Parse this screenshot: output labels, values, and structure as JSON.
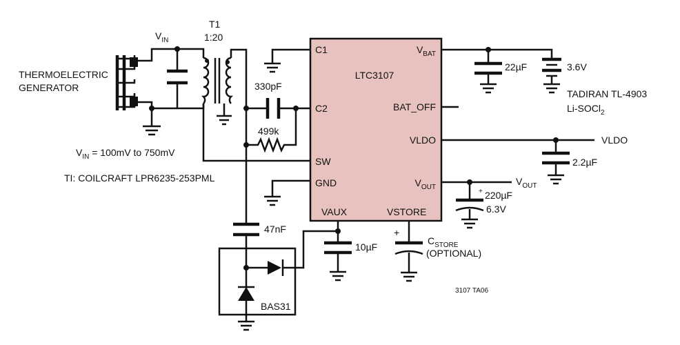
{
  "source": {
    "label_line1": "THERMOELECTRIC",
    "label_line2": "GENERATOR",
    "vin_main": "V",
    "vin_sub": "IN"
  },
  "transformer": {
    "designator": "T1",
    "ratio": "1:20",
    "part": "TI: COILCRAFT LPR6235-253PML"
  },
  "input_range": {
    "prefix": "V",
    "sub": "IN",
    "text": " = 100mV to 750mV"
  },
  "ic": {
    "name": "LTC3107",
    "fill_color": "#e7c2be",
    "pins": {
      "c1": "C1",
      "c2": "C2",
      "sw": "SW",
      "gnd": "GND",
      "vaux": "VAUX",
      "vstore": "VSTORE",
      "vbat_main": "V",
      "vbat_sub": "BAT",
      "bat_off": "BAT_OFF",
      "vldo": "VLDO",
      "vout_main": "V",
      "vout_sub": "OUT"
    }
  },
  "components": {
    "c_330p": "330pF",
    "r_499k": "499k",
    "c_47n": "47nF",
    "c_10u": "10µF",
    "c_22u": "22µF",
    "c_2u2": "2.2µF",
    "c_220u": "220µF",
    "c_220u_v": "6.3V",
    "c_220u_plus": "+",
    "cstore_main": "C",
    "cstore_sub": "STORE",
    "cstore_note": "(OPTIONAL)",
    "cstore_plus": "+",
    "diode": "BAS31"
  },
  "battery": {
    "voltage": "3.6V",
    "model": "TADIRAN TL-4903",
    "chem_main": "Li-SOCl",
    "chem_sub": "2"
  },
  "outputs": {
    "vldo": "VLDO",
    "vout_main": "V",
    "vout_sub": "OUT"
  },
  "figure_id": "3107 TA06"
}
